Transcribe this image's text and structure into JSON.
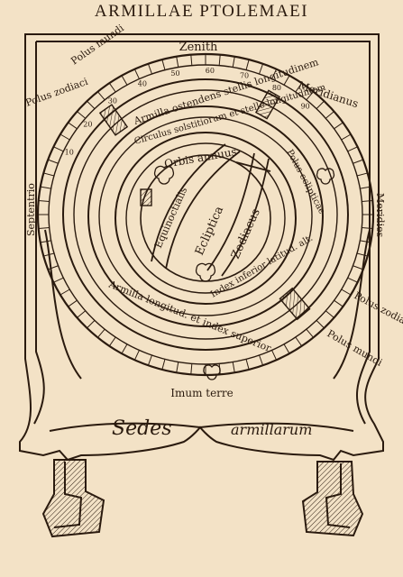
{
  "title": "ARMILLAE PTOLEMAEI",
  "labels": {
    "zenith": "Zenith",
    "meridianus": "Meridianus",
    "polus_mundi_top": "Polus mundi",
    "polus_zodiaci_top": "Polus zodiaci",
    "armilla_ostendens": "Armilla ostendens stellis longitudinem",
    "circulus_solstitiorum": "Circulus solstitiorum et stelle longitudinem",
    "orbis_annuus": "Orbis annuus",
    "polus_ecliptice": "Polus eclipticae",
    "index_superior": "Index superior",
    "equinoctialis": "Equinoctialis",
    "ecliptica": "Ecliptica",
    "zodiacus": "Zodiacus",
    "index_inferior": "Index inferior latitud. alt.",
    "armilla_longitud": "Armilla longitud. et index superior",
    "septentrio": "Septentrio",
    "meridies": "Meridies",
    "polus_zodiaci_bottom": "Polus zodiaci",
    "polus_mundi_bottom": "Polus mundi",
    "imum_terre": "Imum terre",
    "sedes": "Sedes",
    "armillarum": "armillarum"
  },
  "scale_numbers": [
    "10",
    "20",
    "30",
    "40",
    "50",
    "60",
    "70",
    "80",
    "90"
  ],
  "colors": {
    "paper": "#f3e2c6",
    "ink": "#2a1a0e"
  }
}
